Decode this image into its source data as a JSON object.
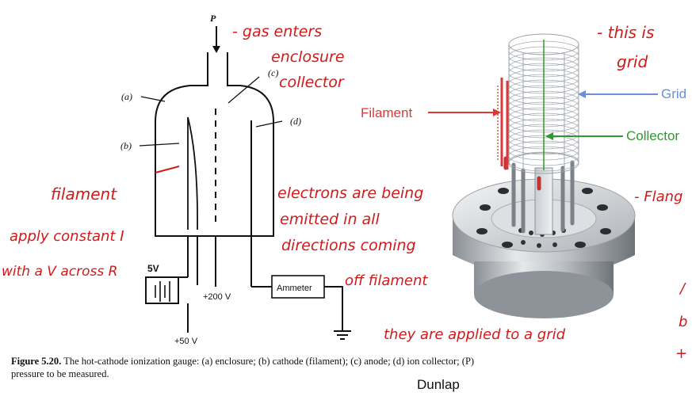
{
  "figure": {
    "labels": {
      "p": "P",
      "a": "(a)",
      "b": "(b)",
      "c": "(c)",
      "d": "(d)",
      "v5": "5V",
      "v200": "+200 V",
      "v50": "+50 V",
      "ammeter": "Ammeter"
    },
    "caption": {
      "head": "Figure 5.20.",
      "body": "The hot-cathode ionization gauge: (a) enclosure; (b) cathode (filament); (c) anode; (d) ion collector; (P) pressure to be measured."
    }
  },
  "photo": {
    "filament_label": "Filament",
    "grid_label": "Grid",
    "collector_label": "Collector",
    "credit": "Dunlap",
    "colors": {
      "filament": "#d83a3a",
      "grid": "#6d8fd8",
      "collector": "#2f9a2f"
    }
  },
  "annotations": {
    "gas": "- gas enters",
    "enclosure": "enclosure",
    "collector": "collector",
    "filament": "filament",
    "apply": "apply constant I",
    "withv": "with a V across R",
    "electrons1": "electrons are being",
    "electrons2": "emitted in all",
    "electrons3": "directions coming",
    "electrons4": "off filament",
    "applied": "they are applied to a grid",
    "thisis": "- this is",
    "grid": "grid",
    "flange": "- Flang",
    "edge1": "/",
    "edge2": "b",
    "edge3": "+"
  }
}
